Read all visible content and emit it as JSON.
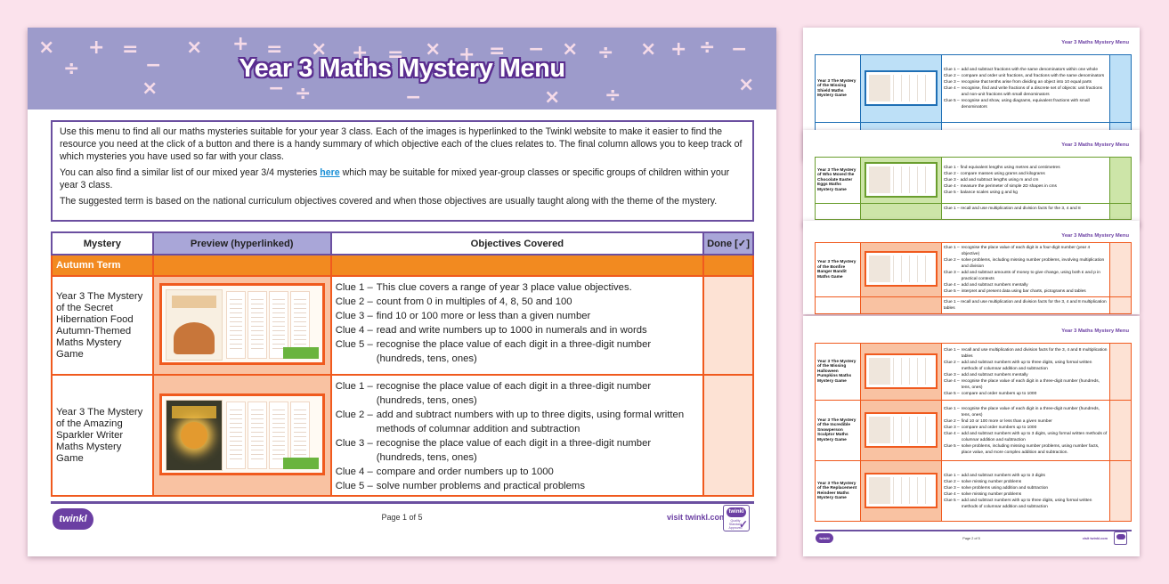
{
  "document": {
    "title": "Year 3 Maths Mystery Menu",
    "banner_symbols": [
      "×",
      "+",
      "=",
      "−",
      "×",
      "+",
      "=",
      "×",
      "+",
      "=",
      "×",
      "+",
      "=",
      "−",
      "×",
      "÷",
      "×",
      "+",
      "÷",
      "−",
      "÷",
      "×",
      "−",
      "÷",
      "−",
      "×",
      "÷",
      "×"
    ],
    "intro": {
      "paragraph_1": "Use this menu to find all our maths mysteries suitable for your year 3 class. Each of the images is hyperlinked to the Twinkl website to make it easier to find the resource you need at the click of a button and there is a handy summary of which objective each of the clues relates to. The final column allows you to keep track of which mysteries you have used so far with your class.",
      "paragraph_2_before": "You can also find a similar list of our mixed year 3/4 mysteries ",
      "paragraph_2_link": "here",
      "paragraph_2_after": " which may be suitable for mixed year-group classes or specific groups of children within your year 3 class.",
      "paragraph_3": "The suggested term is based on the national curriculum objectives covered and when those objectives are usually taught along with the theme of the mystery."
    },
    "table": {
      "headers": {
        "mystery": "Mystery",
        "preview": "Preview (hyperlinked)",
        "objectives": "Objectives Covered",
        "done": "Done [✓]"
      },
      "term": "Autumn Term",
      "rows": [
        {
          "name": "Year 3 The Mystery of the Secret Hibernation Food Autumn-Themed Maths Mystery Game",
          "clues": [
            {
              "label": "Clue 1 –",
              "text": "This clue covers a range of year 3 place value objectives."
            },
            {
              "label": "Clue 2 –",
              "text": "count from 0 in multiples of 4, 8, 50 and 100"
            },
            {
              "label": "Clue 3 –",
              "text": "find 10 or 100 more or less than a given number"
            },
            {
              "label": "Clue 4 –",
              "text": "read and write numbers up to 1000 in numerals and in words"
            },
            {
              "label": "Clue 5 –",
              "text": "recognise the place value of each digit in a three-digit number (hundreds, tens, ones)"
            }
          ]
        },
        {
          "name": "Year 3 The Mystery of the Amazing Sparkler Writer Maths Mystery Game",
          "clues": [
            {
              "label": "Clue 1 –",
              "text": "recognise the place value of each digit in a three-digit number (hundreds, tens, ones)"
            },
            {
              "label": "Clue 2 –",
              "text": "add and subtract numbers with up to three digits, using formal written methods of columnar addition and subtraction"
            },
            {
              "label": "Clue 3 –",
              "text": "recognise the place value of each digit in a three-digit number (hundreds, tens, ones)"
            },
            {
              "label": "Clue 4 –",
              "text": "compare and order numbers up to 1000"
            },
            {
              "label": "Clue 5 –",
              "text": "solve number problems and practical problems"
            }
          ]
        }
      ]
    },
    "footer": {
      "logo": "twinkl",
      "page_number": "Page 1 of 5",
      "visit": "visit twinkl.com",
      "badge_logo": "twinkl",
      "badge_text": "Quality Standard Approved"
    }
  },
  "preview_pages": [
    {
      "header": "Year 3 Maths Mystery Menu",
      "theme": "blue",
      "rows": [
        {
          "name": "Year 3 The Mystery of the Missing Shield Maths Mystery Game",
          "clues": [
            {
              "label": "Clue 1 –",
              "text": "add and subtract fractions with the same denominators within one whole"
            },
            {
              "label": "Clue 2 –",
              "text": "compare and order unit fractions, and fractions with the same denominators"
            },
            {
              "label": "Clue 3 –",
              "text": "recognise that tenths arise from dividing an object into 10 equal parts"
            },
            {
              "label": "Clue 4 –",
              "text": "recognise, find and write fractions of a discrete set of objects: unit fractions and non-unit fractions with small denominators"
            },
            {
              "label": "Clue 5 –",
              "text": "recognise and show, using diagrams, equivalent fractions with small denominators"
            }
          ]
        }
      ]
    },
    {
      "header": "Year 3 Maths Mystery Menu",
      "theme": "green",
      "rows": [
        {
          "name": "Year 3 The Mystery of Who Moved the Chocolate Easter Eggs Maths Mystery Game",
          "clues": [
            {
              "label": "Clue 1 -",
              "text": "find equivalent lengths using metres and centimetres"
            },
            {
              "label": "Clue 2 -",
              "text": "compare masses using grams and kilograms"
            },
            {
              "label": "Clue 3 -",
              "text": "add and subtract lengths using m and cm"
            },
            {
              "label": "Clue 4 -",
              "text": "measure the perimeter of simple 2D shapes in cms"
            },
            {
              "label": "Clue 5 -",
              "text": "balance scales using g and kg"
            }
          ]
        }
      ],
      "next_row_peek": "Clue 1 – recall and use multiplication and division facts for the 3, 4 and 8"
    },
    {
      "header": "Year 3 Maths Mystery Menu",
      "theme": "orange",
      "rows": [
        {
          "name": "Year 3 The Mystery of the Bonfire Banger Bandit Maths Game",
          "clues": [
            {
              "label": "Clue 1 –",
              "text": "recognise the place value of each digit in a four-digit number (year 4 objective)"
            },
            {
              "label": "Clue 2 –",
              "text": "solve problems, including missing number problems, involving multiplication and division"
            },
            {
              "label": "Clue 3 –",
              "text": "add and subtract amounts of money to give change, using both £ and p in practical contexts"
            },
            {
              "label": "Clue 4 –",
              "text": "add and subtract numbers mentally"
            },
            {
              "label": "Clue 5 –",
              "text": "interpret and present data using bar charts, pictograms and tables"
            }
          ]
        }
      ],
      "next_row_peek": "Clue 1 – recall and use multiplication and division facts for the 3, 4 and 8 multiplication tables"
    },
    {
      "header": "Year 3 Maths Mystery Menu",
      "theme": "orange",
      "rows": [
        {
          "name": "Year 3 The Mystery of the Missing Halloween Pumpkins Maths Mystery Game",
          "clues": [
            {
              "label": "Clue 1 –",
              "text": "recall and use multiplication and division facts for the 3, 4 and 8 multiplication tables"
            },
            {
              "label": "Clue 2 –",
              "text": "add and subtract numbers with up to three digits, using formal written methods of columnar addition and subtraction"
            },
            {
              "label": "Clue 3 –",
              "text": "add and subtract numbers mentally"
            },
            {
              "label": "Clue 4 –",
              "text": "recognise the place value of each digit in a three-digit number (hundreds, tens, ones)"
            },
            {
              "label": "Clue 5 –",
              "text": "compare and order numbers up to 1000"
            }
          ]
        },
        {
          "name": "Year 3 The Mystery of the Incredible Snowperson Sculptor Maths Mystery Game",
          "clues": [
            {
              "label": "Clue 1 –",
              "text": "recognise the place value of each digit in a three-digit number (hundreds, tens, ones)"
            },
            {
              "label": "Clue 2 –",
              "text": "find 10 or 100 more or less than a given number"
            },
            {
              "label": "Clue 3 –",
              "text": "compare and order numbers up to 1000"
            },
            {
              "label": "Clue 4 –",
              "text": "add and subtract numbers with up to 3 digits, using formal written methods of columnar addition and subtraction"
            },
            {
              "label": "Clue 5 –",
              "text": "solve problems, including missing number problems, using number facts, place value, and more complex addition and subtraction."
            }
          ]
        },
        {
          "name": "Year 3 The Mystery of the Replacement Reindeer Maths Mystery Game",
          "clues": [
            {
              "label": "Clue 1 –",
              "text": "add and subtract numbers with up to 3 digits"
            },
            {
              "label": "Clue 2 –",
              "text": "solve missing number problems"
            },
            {
              "label": "Clue 3 –",
              "text": "solve problems using addition and subtraction"
            },
            {
              "label": "Clue 4 –",
              "text": "solve missing number problems"
            },
            {
              "label": "Clue 5 –",
              "text": "add and subtract numbers with up to three digits, using formal written methods of columnar addition and subtraction"
            }
          ]
        }
      ],
      "footer": {
        "logo": "twinkl",
        "page_number": "Page 2 of 5",
        "visit": "visit twinkl.com"
      }
    }
  ],
  "colors": {
    "background": "#fbe2ec",
    "banner": "#9d9bcb",
    "purple": "#6b4fa0",
    "orange_border": "#f05a1e",
    "term_orange": "#f28a20",
    "preview_peach": "#f9c2a2",
    "blue_theme": "#1f6fb5",
    "green_theme": "#6a9e2e",
    "link_blue": "#1a8fd6"
  }
}
